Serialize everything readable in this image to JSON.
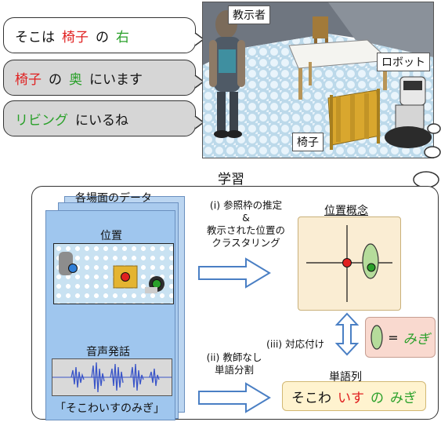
{
  "bubbles": [
    {
      "parts": [
        {
          "text": "そこは",
          "color": "black"
        },
        {
          "text": "椅子",
          "color": "red"
        },
        {
          "text": "の",
          "color": "black"
        },
        {
          "text": "右",
          "color": "green"
        }
      ]
    },
    {
      "parts": [
        {
          "text": "椅子",
          "color": "red"
        },
        {
          "text": "の",
          "color": "black"
        },
        {
          "text": "奥",
          "color": "green"
        },
        {
          "text": "にいます",
          "color": "black"
        }
      ]
    },
    {
      "parts": [
        {
          "text": "リビング",
          "color": "green"
        },
        {
          "text": "にいるね",
          "color": "black"
        }
      ]
    }
  ],
  "scene": {
    "teacher_label": "教示者",
    "robot_label": "ロボット",
    "chair_label": "椅子"
  },
  "learning_title": "学習",
  "data_panel": {
    "title": "各場面のデータ",
    "position_label": "位置",
    "speech_label": "音声発話",
    "utterance": "「そこわいすのみぎ」"
  },
  "step1": {
    "line1": "(i) 参照枠の推定",
    "line2": "&",
    "line3": "教示された位置の",
    "line4": "クラスタリング"
  },
  "step2": {
    "line1": "(ii) 教師なし",
    "line2": "単語分割"
  },
  "step3": "(iii) 対応付け",
  "concept_title": "位置概念",
  "word_seq_title": "単語列",
  "word_seq": [
    {
      "text": "そこわ",
      "color": "black"
    },
    {
      "text": "いす",
      "color": "red"
    },
    {
      "text": "の",
      "color": "green"
    },
    {
      "text": "みぎ",
      "color": "green"
    }
  ],
  "mapping": {
    "equals": "=",
    "word": "みぎ"
  },
  "colors": {
    "red": "#e02020",
    "green": "#2aa02a",
    "panel_blue": "#9fc6ee",
    "concept_bg": "#faedd3",
    "word_bg": "#fff3cf",
    "mapping_bg": "#f9d9cf"
  }
}
